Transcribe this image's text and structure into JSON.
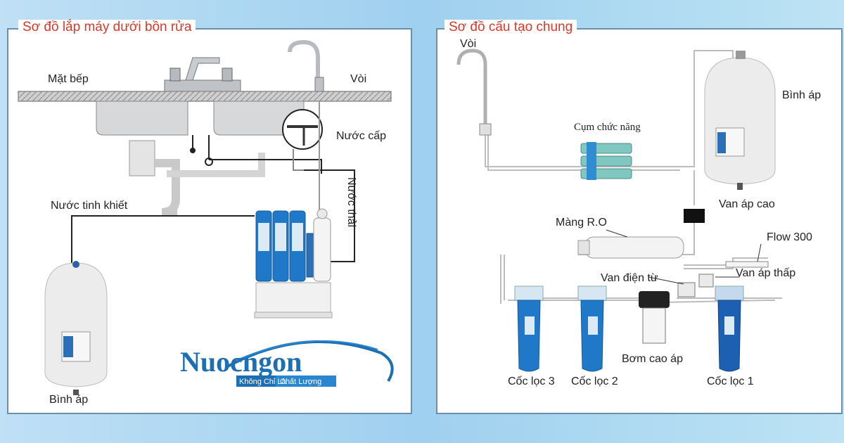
{
  "left_panel": {
    "title": "Sơ đồ lắp máy dưới bồn rửa",
    "labels": {
      "countertop": "Mặt bếp",
      "faucet": "Vòi",
      "feed_water": "Nước cấp",
      "waste_water": "Nước thải",
      "pure_water": "Nước tinh khiết",
      "pressure_tank": "Bình áp"
    },
    "logo": {
      "brand": "Nuocngon",
      "slogan_part1": "Không Chỉ Là",
      "slogan_part2": "Chất Lượng"
    }
  },
  "right_panel": {
    "title": "Sơ đồ cấu tạo chung",
    "labels": {
      "faucet": "Vòi",
      "pressure_tank": "Bình áp",
      "function_cluster": "Cụm  chức năng",
      "high_pressure_valve": "Van áp cao",
      "ro_membrane": "Màng R.O",
      "flow": "Flow 300",
      "solenoid_valve": "Van điện từ",
      "low_pressure_valve": "Van áp thấp",
      "pump": "Bơm cao áp",
      "filter_3": "Cốc lọc 3",
      "filter_2": "Cốc lọc 2",
      "filter_1": "Cốc lọc 1"
    }
  },
  "colors": {
    "panel_border": "#6d8fae",
    "title_red": "#d63a2c",
    "filter_blue": "#1f78c8",
    "logo_blue": "#1d6fb3"
  }
}
